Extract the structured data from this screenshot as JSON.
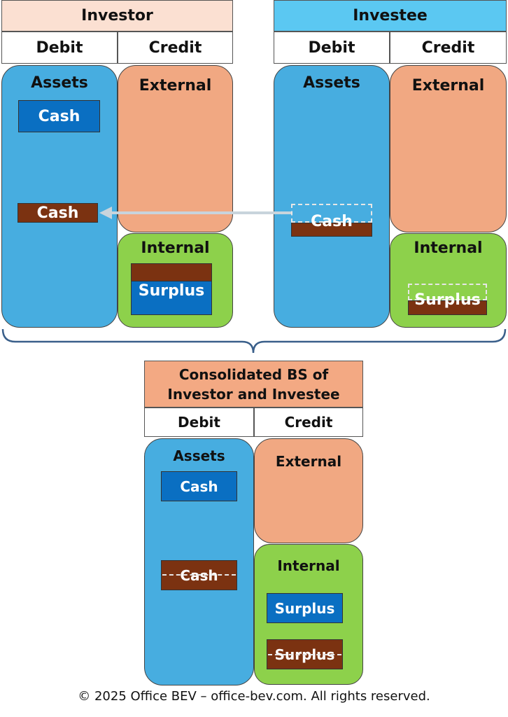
{
  "investor": {
    "title": "Investor",
    "debit": "Debit",
    "credit": "Credit",
    "assets_label": "Assets",
    "cash_top": "Cash",
    "cash_received": "Cash",
    "external_label": "External",
    "internal_label": "Internal",
    "surplus": "Surplus"
  },
  "investee": {
    "title": "Investee",
    "debit": "Debit",
    "credit": "Credit",
    "assets_label": "Assets",
    "cash": "Cash",
    "external_label": "External",
    "internal_label": "Internal",
    "surplus": "Surplus"
  },
  "consolidated": {
    "title_line1": "Consolidated BS of",
    "title_line2": "Investor and Investee",
    "debit": "Debit",
    "credit": "Credit",
    "assets_label": "Assets",
    "cash_top": "Cash",
    "cash_eliminated": "Cash",
    "external_label": "External",
    "internal_label": "Internal",
    "surplus_top": "Surplus",
    "surplus_eliminated": "Surplus"
  },
  "footer": {
    "copyright": "© 2025 Office BEV – office-bev.com. All rights reserved."
  },
  "colors": {
    "assets": "#47ade0",
    "external": "#f1a882",
    "internal": "#8dd14b",
    "cash_blue": "#0a6fc2",
    "brown": "#7b3211",
    "investee_header": "#5bc8f2",
    "investor_header": "#fbe0d2",
    "consolidated_header": "#f3a983"
  }
}
